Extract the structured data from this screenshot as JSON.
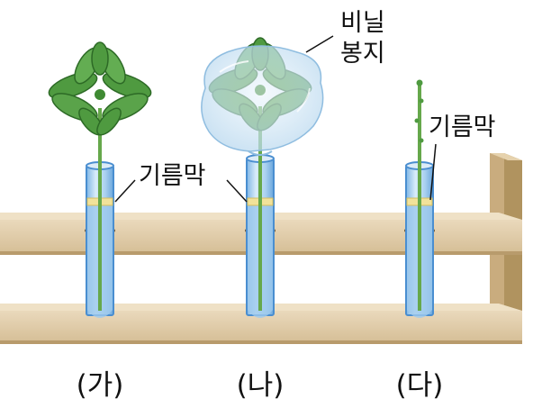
{
  "labels": {
    "plastic_bag": [
      "비닐",
      "봉지"
    ],
    "oil_film": "기름막"
  },
  "tubes": [
    {
      "id": "ga",
      "label": "(가)",
      "plant": "leafy",
      "bag": false
    },
    {
      "id": "na",
      "label": "(나)",
      "plant": "leafy",
      "bag": true
    },
    {
      "id": "da",
      "label": "(다)",
      "plant": "leafless",
      "bag": false
    }
  ],
  "colors": {
    "wood_light": "#e8d8bb",
    "wood_mid": "#d8c29b",
    "wood_dark": "#b89b6c",
    "water": "#9ec9ec",
    "tube_edge": "#4a8ed0",
    "oil": "#f1e29a",
    "leaf": "#4f9a40",
    "leaf_dark": "#2d6a26",
    "stem": "#66a84b",
    "bag": "#cfe6f6"
  }
}
